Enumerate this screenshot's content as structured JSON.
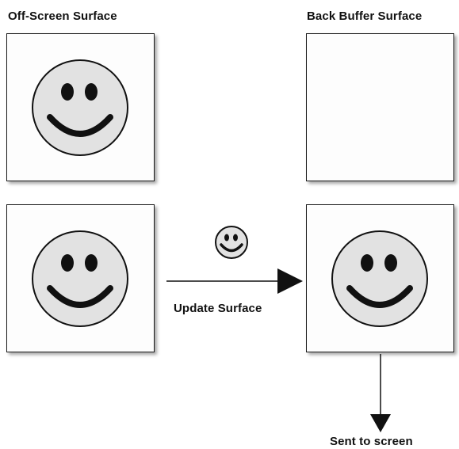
{
  "labels": {
    "offscreen_title": "Off-Screen Surface",
    "backbuffer_title": "Back Buffer Surface",
    "update_label": "Update Surface",
    "sent_label": "Sent to screen"
  },
  "surfaces": [
    {
      "id": "offscreen-top",
      "content": "smiley"
    },
    {
      "id": "backbuffer-top",
      "content": "empty"
    },
    {
      "id": "offscreen-bottom",
      "content": "smiley"
    },
    {
      "id": "backbuffer-bottom",
      "content": "smiley"
    }
  ],
  "icons": {
    "face": "smiley-face-icon",
    "transfer": "small-smiley-icon",
    "arrow_right": "arrow-right-icon",
    "arrow_down": "arrow-down-icon"
  },
  "colors": {
    "face_fill": "#e2e2e2",
    "stroke": "#111111"
  }
}
